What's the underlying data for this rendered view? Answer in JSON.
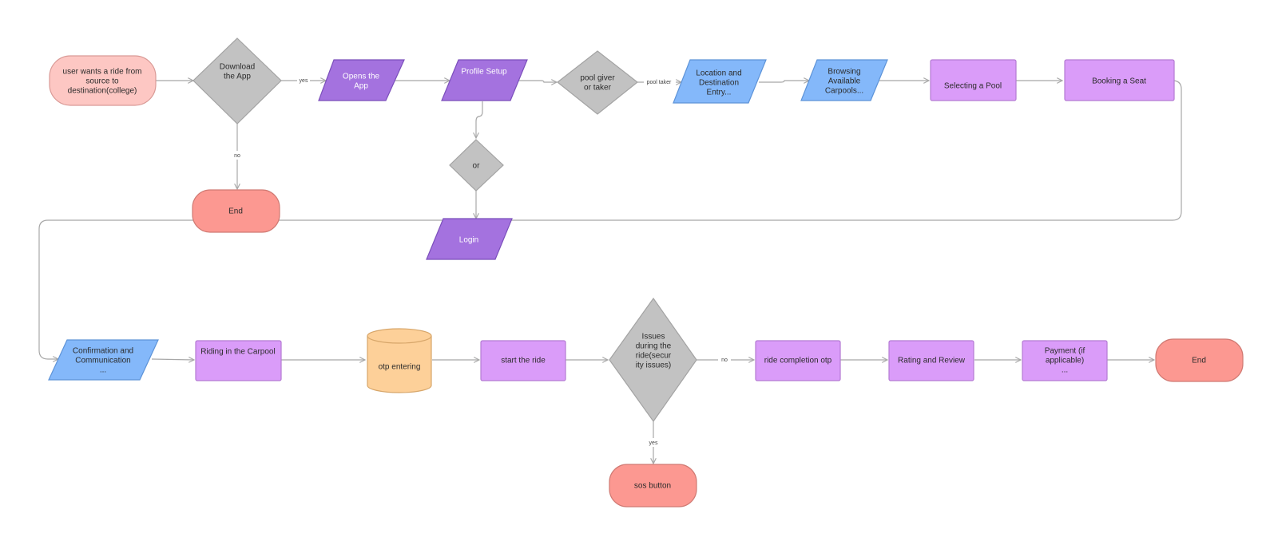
{
  "colors": {
    "start_fill": "#fdc7c3",
    "start_stroke": "#d99a96",
    "end_fill": "#fc9891",
    "end_stroke": "#d07a73",
    "decision_fill": "#c2c2c2",
    "decision_stroke": "#a3a3a3",
    "dark_purple_fill": "#a472df",
    "dark_purple_stroke": "#7b4fbb",
    "blue_fill": "#84b8fa",
    "blue_stroke": "#5d93d8",
    "light_purple_fill": "#da9cf9",
    "light_purple_stroke": "#b47bd3",
    "db_fill": "#fdd099",
    "db_stroke": "#d7a66a",
    "edge": "#a8a8a8"
  },
  "nodes": {
    "start": [
      "user wants a ride from",
      "source to",
      "destination(college)"
    ],
    "download": [
      "Download",
      "the App"
    ],
    "end_top": [
      "End"
    ],
    "opens_app": [
      "Opens the",
      "App"
    ],
    "profile_setup": [
      "Profile Setup"
    ],
    "or_decision": [
      "or"
    ],
    "login": [
      "Login"
    ],
    "pool_decision": [
      "pool giver",
      "or taker"
    ],
    "location_entry": [
      "Location and",
      "Destination",
      "Entry..."
    ],
    "browsing": [
      "Browsing",
      "Available",
      "Carpools..."
    ],
    "selecting_pool": [
      "Selecting a Pool"
    ],
    "booking_seat": [
      "Booking a Seat"
    ],
    "confirmation": [
      "Confirmation and",
      "Communication",
      "..."
    ],
    "riding": [
      "Riding in the Carpool"
    ],
    "otp_entering": [
      "otp entering"
    ],
    "start_ride": [
      "start the ride"
    ],
    "issues_decision": [
      "Issues",
      "during the",
      "ride(secur",
      "ity issues)"
    ],
    "sos_button": [
      "sos  button"
    ],
    "ride_completion": [
      "ride completion otp"
    ],
    "rating": [
      "Rating and Review"
    ],
    "payment": [
      "Payment (if",
      "applicable)",
      "..."
    ],
    "end_bottom": [
      "End"
    ]
  },
  "edge_labels": {
    "yes_download": "yes",
    "no_download": "no",
    "pool_taker": "pool taker",
    "no_issues": "no",
    "yes_issues": "yes"
  }
}
